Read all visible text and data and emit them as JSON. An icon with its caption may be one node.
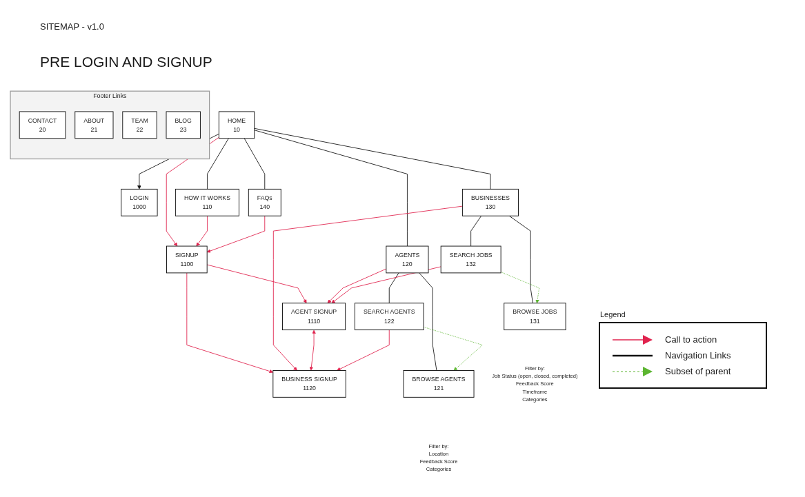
{
  "diagram": {
    "title": "PRE LOGIN AND SIGNUP",
    "nodes": [
      {
        "text": [
          "LOGIN",
          "1000"
        ]
      },
      {
        "text": [
          "HOME",
          "10"
        ]
      },
      {
        "text": [
          "SIGNUP",
          "1100"
        ]
      },
      {
        "text": [
          "Footer Links"
        ]
      },
      {
        "text": [
          "CONTACT",
          "20"
        ],
        "in": 3
      },
      {
        "text": [
          "ABOUT",
          "21"
        ],
        "in": 3
      },
      {
        "text": [
          "TEAM",
          "22"
        ],
        "in": 3
      },
      {
        "text": [
          "BLOG",
          "23"
        ],
        "in": 3
      },
      {
        "text": [
          "HOW IT WORKS",
          "110"
        ]
      },
      {
        "text": [
          "AGENTS",
          "120"
        ]
      },
      {
        "text": [
          "BUSINESSES",
          "130"
        ]
      },
      {
        "text": [
          "FAQs",
          "140"
        ]
      },
      {
        "text": [
          "AGENT SIGNUP",
          "1110"
        ]
      },
      {
        "text": [
          "BUSINESS SIGNUP",
          "1120"
        ]
      },
      {
        "text": [
          "SEARCH AGENTS",
          "122"
        ]
      },
      {
        "text": [
          "SEARCH JOBS",
          "132"
        ]
      },
      {
        "text": [
          "BROWSE AGENTS",
          "121"
        ],
        "beside": [
          "Filter by:",
          "Location",
          "Feedback Score",
          "Categories"
        ]
      },
      {
        "text": [
          "BROWSE JOBS",
          "131"
        ],
        "beside": [
          "Filter by:",
          "Job Status (open, closed, completed)",
          "Feedback Score",
          "Timeframe",
          "Categories"
        ]
      }
    ],
    "edges": [
      {
        "from": 1,
        "to": 0,
        "arrow": "to",
        "color": "#111111"
      },
      {
        "from": 1,
        "to": 2,
        "arrow": "to"
      },
      {
        "from": 8,
        "to": 2,
        "arrow": "to"
      },
      {
        "from": 1,
        "to": 8,
        "arrow": "none",
        "color": "#111111"
      },
      {
        "from": 1,
        "to": 9,
        "arrow": "none",
        "color": "#111111"
      },
      {
        "from": 1,
        "to": 10,
        "arrow": "none",
        "color": "#111111"
      },
      {
        "from": 1,
        "to": 11,
        "arrow": "none",
        "color": "#111111"
      },
      {
        "from": 11,
        "to": 2,
        "arrow": "to"
      },
      {
        "from": 2,
        "to": 12,
        "arrow": "to"
      },
      {
        "from": 2,
        "to": 13,
        "arrow": "to"
      },
      {
        "from": 9,
        "to": 12,
        "arrow": "to"
      },
      {
        "from": 10,
        "to": 13,
        "arrow": "to"
      },
      {
        "from": 12,
        "to": 13,
        "arrow": "both"
      },
      {
        "from": 9,
        "to": 14,
        "arrow": "none",
        "color": "#111111"
      },
      {
        "from": 9,
        "to": 16,
        "arrow": "none",
        "color": "#111111"
      },
      {
        "from": 10,
        "to": 15,
        "arrow": "none",
        "color": "#111111"
      },
      {
        "from": 10,
        "to": 17,
        "arrow": "none",
        "color": "#111111"
      },
      {
        "from": 14,
        "to": 13,
        "arrow": "to"
      },
      {
        "from": 15,
        "to": 12,
        "arrow": "to"
      },
      {
        "from": 14,
        "to": 16,
        "arrow": "to",
        "style": "dashed",
        "color": "#5cb531"
      },
      {
        "from": 15,
        "to": 17,
        "arrow": "to",
        "style": "dashed",
        "color": "#5cb531"
      }
    ],
    "labels": [
      "SITEMAP - v1.0",
      "Legend"
    ],
    "legend": [
      {
        "text": "Call to action"
      },
      {
        "text": "Navigation Links"
      },
      {
        "text": "Subset of parent"
      }
    ]
  }
}
